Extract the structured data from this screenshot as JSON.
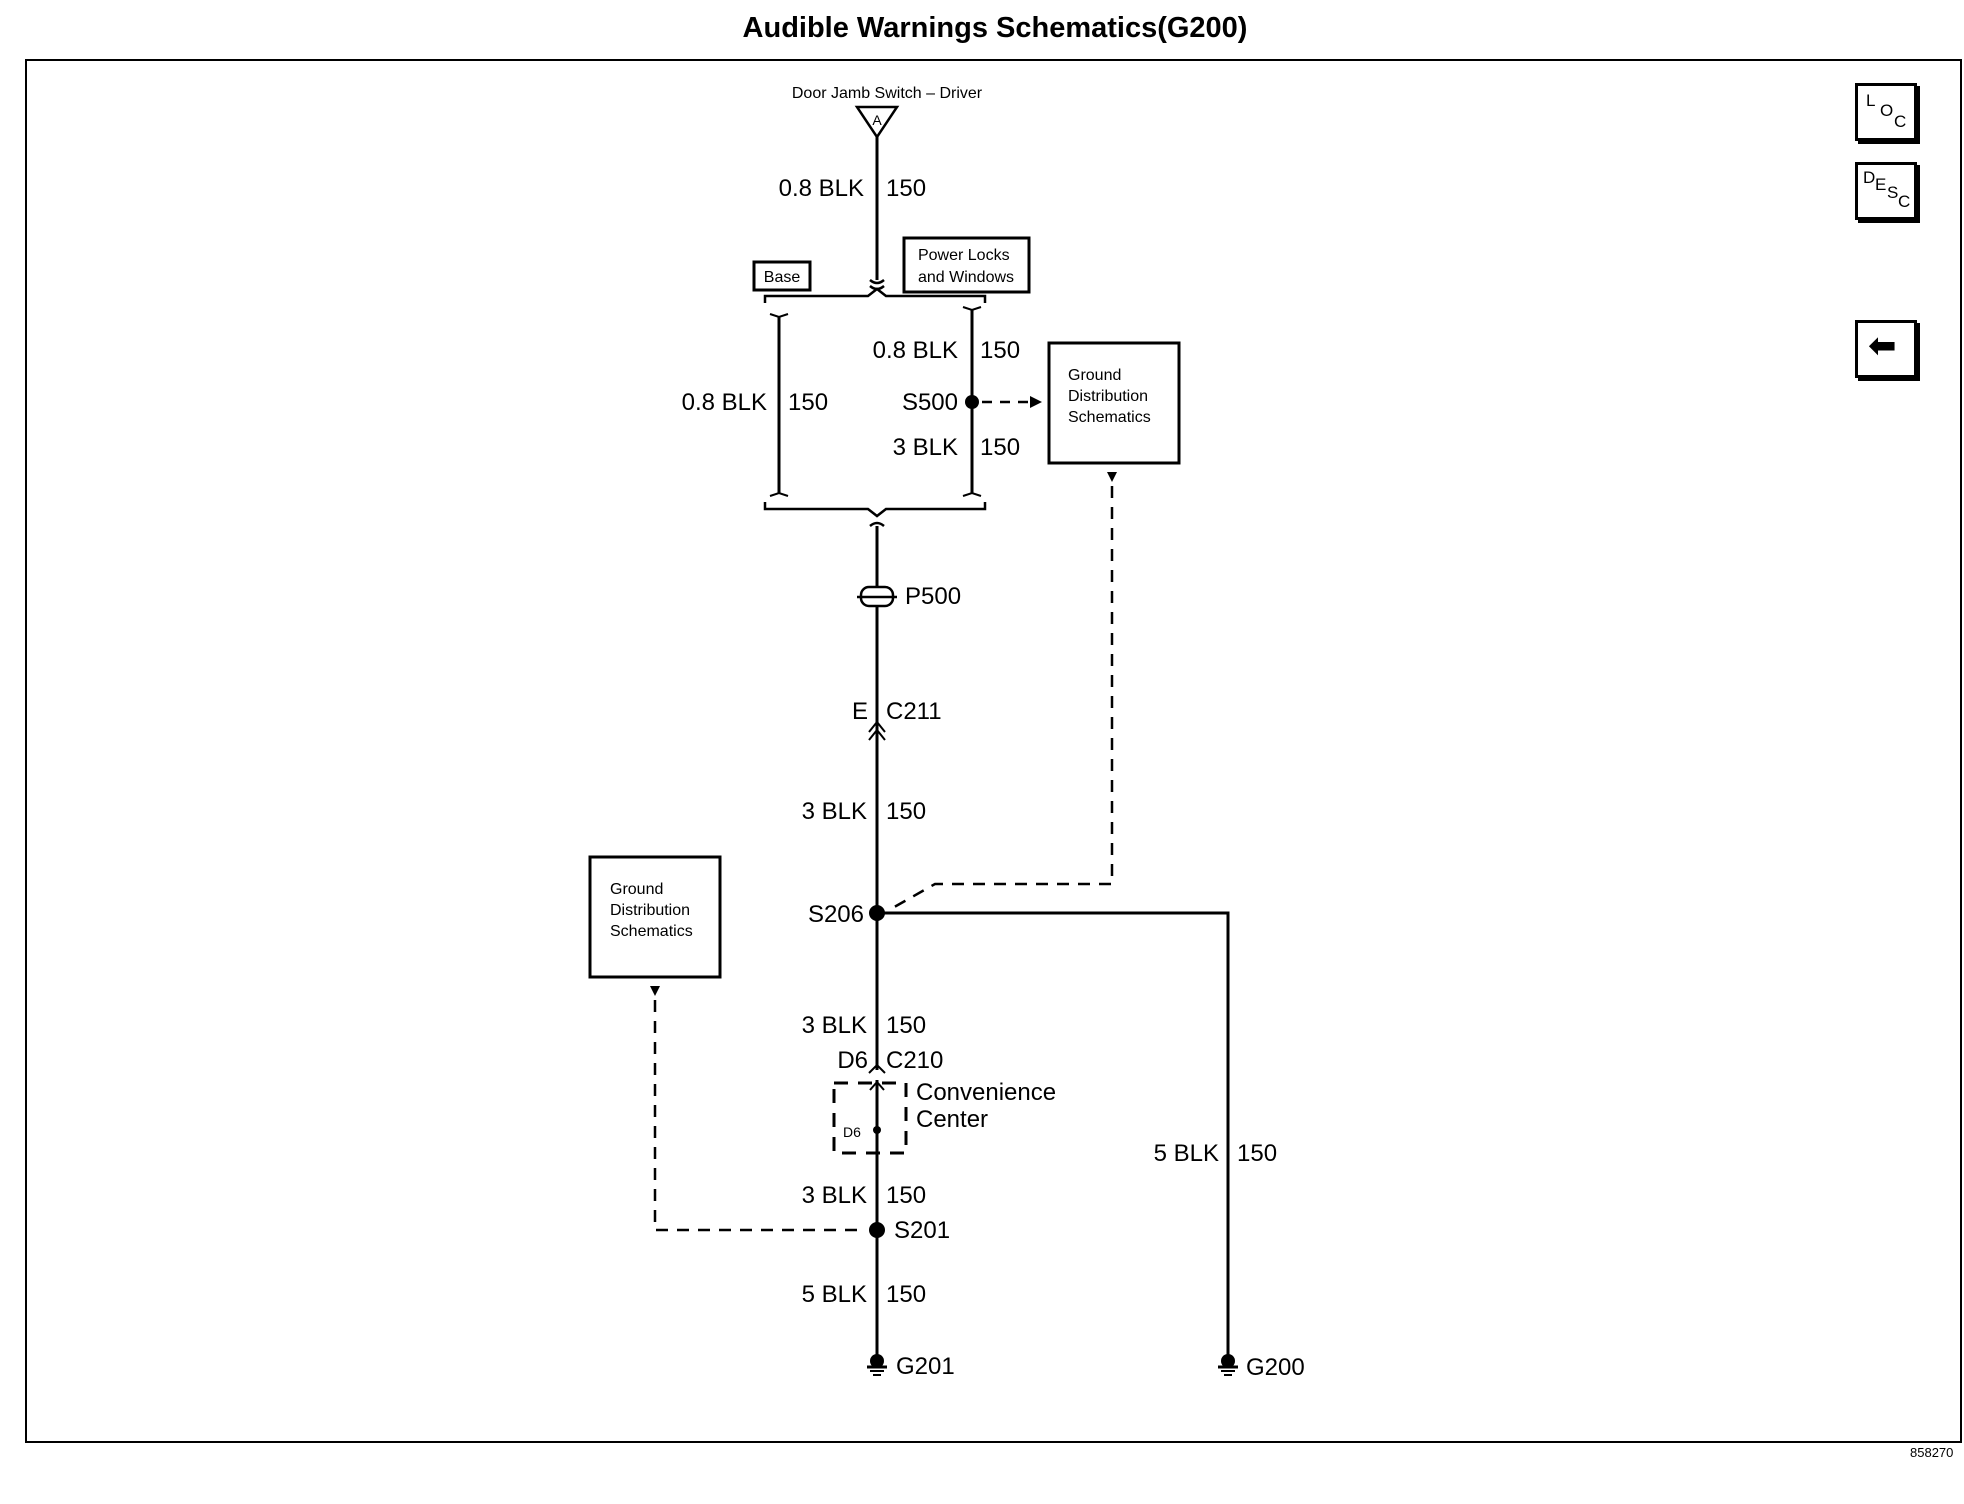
{
  "title": "Audible Warnings Schematics(G200)",
  "figure_number": "858270",
  "nav": {
    "loc": [
      "L",
      "O",
      "C"
    ],
    "desc": [
      "D",
      "E",
      "S",
      "C"
    ],
    "back_glyph": "⬅"
  },
  "diagram": {
    "source": "Door Jamb Switch – Driver",
    "source_terminal": "A",
    "options": {
      "base": "Base",
      "power": "Power Locks and Windows"
    },
    "ground_distribution": [
      "Ground",
      "Distribution",
      "Schematics"
    ],
    "wire_labels": {
      "w_top_color": "0.8 BLK",
      "w_top_circuit": "150",
      "w_base_color": "0.8 BLK",
      "w_base_circuit": "150",
      "w_pw1_color": "0.8 BLK",
      "w_pw1_circuit": "150",
      "w_pw2_color": "3 BLK",
      "w_pw2_circuit": "150",
      "w_mid_color": "3 BLK",
      "w_mid_circuit": "150",
      "w_c210_color": "3 BLK",
      "w_c210_circuit": "150",
      "w_cc_color": "3 BLK",
      "w_cc_circuit": "150",
      "w_bot_color": "5 BLK",
      "w_bot_circuit": "150",
      "w_right_color": "5 BLK",
      "w_right_circuit": "150"
    },
    "splices": {
      "s500": "S500",
      "s206": "S206",
      "s201": "S201"
    },
    "pass_through": "P500",
    "connectors": {
      "c211": "C211",
      "c211_pin": "E",
      "c210": "C210",
      "c210_pin": "D6",
      "cc_pin": "D6"
    },
    "convenience_center": [
      "Convenience",
      "Center"
    ],
    "grounds": {
      "g201": "G201",
      "g200": "G200"
    }
  }
}
